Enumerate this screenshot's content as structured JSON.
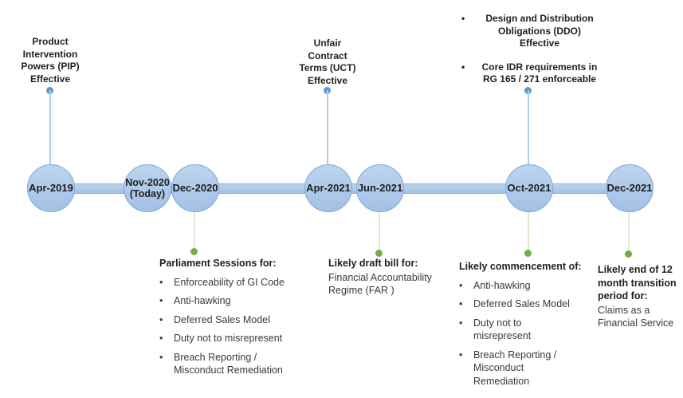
{
  "bullet": "•",
  "colors": {
    "node_fill": "#a2c0e6",
    "node_fill_light": "#bdd4ee",
    "node_border": "#7fa8d8",
    "bar_fill": "#a3c2e6",
    "bar_fill_light": "#bcd2ec",
    "bar_border": "#8ab0dc",
    "blue_line": "#aecfec",
    "blue_dot": "#5b9bd5",
    "green_line": "#e1e9d4",
    "green_dot": "#70ad47",
    "text": "#1f1f1f",
    "body_text": "#3a3a3a"
  },
  "nodes": [
    {
      "label": "Apr-2019"
    },
    {
      "label": "Nov-2020\n(Today)"
    },
    {
      "label": "Dec-2020"
    },
    {
      "label": "Apr-2021"
    },
    {
      "label": "Jun-2021"
    },
    {
      "label": "Oct-2021"
    },
    {
      "label": "Dec-2021"
    }
  ],
  "above": {
    "pip": "Product\nIntervention\nPowers (PIP)\nEffective",
    "uct": "Unfair\nContract\nTerms (UCT)\nEffective",
    "oct_items": [
      "Design and Distribution\nObligations (DDO)\nEffective",
      "Core IDR requirements in\nRG 165 / 271 enforceable"
    ]
  },
  "below": {
    "dec2020": {
      "title": "Parliament Sessions for:",
      "items": [
        "Enforceability of GI Code",
        "Anti-hawking",
        "Deferred Sales Model",
        "Duty not to misrepresent",
        "Breach Reporting /\nMisconduct Remediation"
      ]
    },
    "jun2021": {
      "title": "Likely draft bill for:",
      "body": "Financial Accountability\nRegime (FAR )"
    },
    "oct2021": {
      "title": "Likely commencement of:",
      "items": [
        "Anti-hawking",
        "Deferred Sales Model",
        "Duty not to\nmisrepresent",
        "Breach Reporting /\nMisconduct\nRemediation"
      ]
    },
    "dec2021": {
      "title": "Likely end of 12\nmonth transition\nperiod for:",
      "body": "Claims as a\nFinancial Service"
    }
  }
}
